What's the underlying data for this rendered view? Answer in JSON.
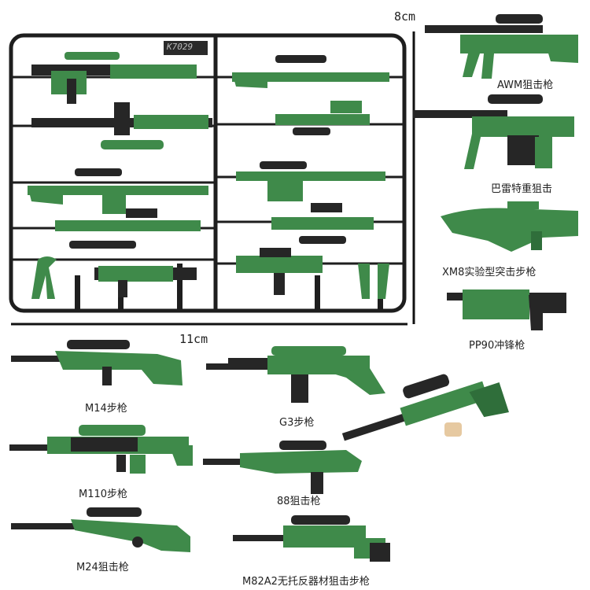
{
  "product": {
    "sprue_code": "K7029",
    "width_label": "11cm",
    "height_label": "8cm"
  },
  "colors": {
    "green": "#3f8a4a",
    "green_dark": "#2f6e3a",
    "green_light": "#5aa564",
    "black": "#262626",
    "sprue": "#1e1e1e",
    "tan": "#e6c9a1"
  },
  "weapons": [
    {
      "id": "awm",
      "label": "AWM狙击枪",
      "icon": "sniper-rifle-icon"
    },
    {
      "id": "barrett",
      "label": "巴雷特重狙击",
      "icon": "heavy-sniper-icon"
    },
    {
      "id": "xm8",
      "label": "XM8实验型突击步枪",
      "icon": "assault-rifle-icon"
    },
    {
      "id": "pp90",
      "label": "PP90冲锋枪",
      "icon": "smg-icon"
    },
    {
      "id": "m14",
      "label": "M14步枪",
      "icon": "rifle-icon"
    },
    {
      "id": "g3",
      "label": "G3步枪",
      "icon": "rifle-icon"
    },
    {
      "id": "m110",
      "label": "M110步枪",
      "icon": "rifle-icon"
    },
    {
      "id": "sniper88",
      "label": "88狙击枪",
      "icon": "sniper-rifle-icon"
    },
    {
      "id": "m24",
      "label": "M24狙击枪",
      "icon": "sniper-rifle-icon"
    },
    {
      "id": "m82a2",
      "label": "M82A2无托反器材狙击步枪",
      "icon": "anti-materiel-rifle-icon"
    }
  ]
}
